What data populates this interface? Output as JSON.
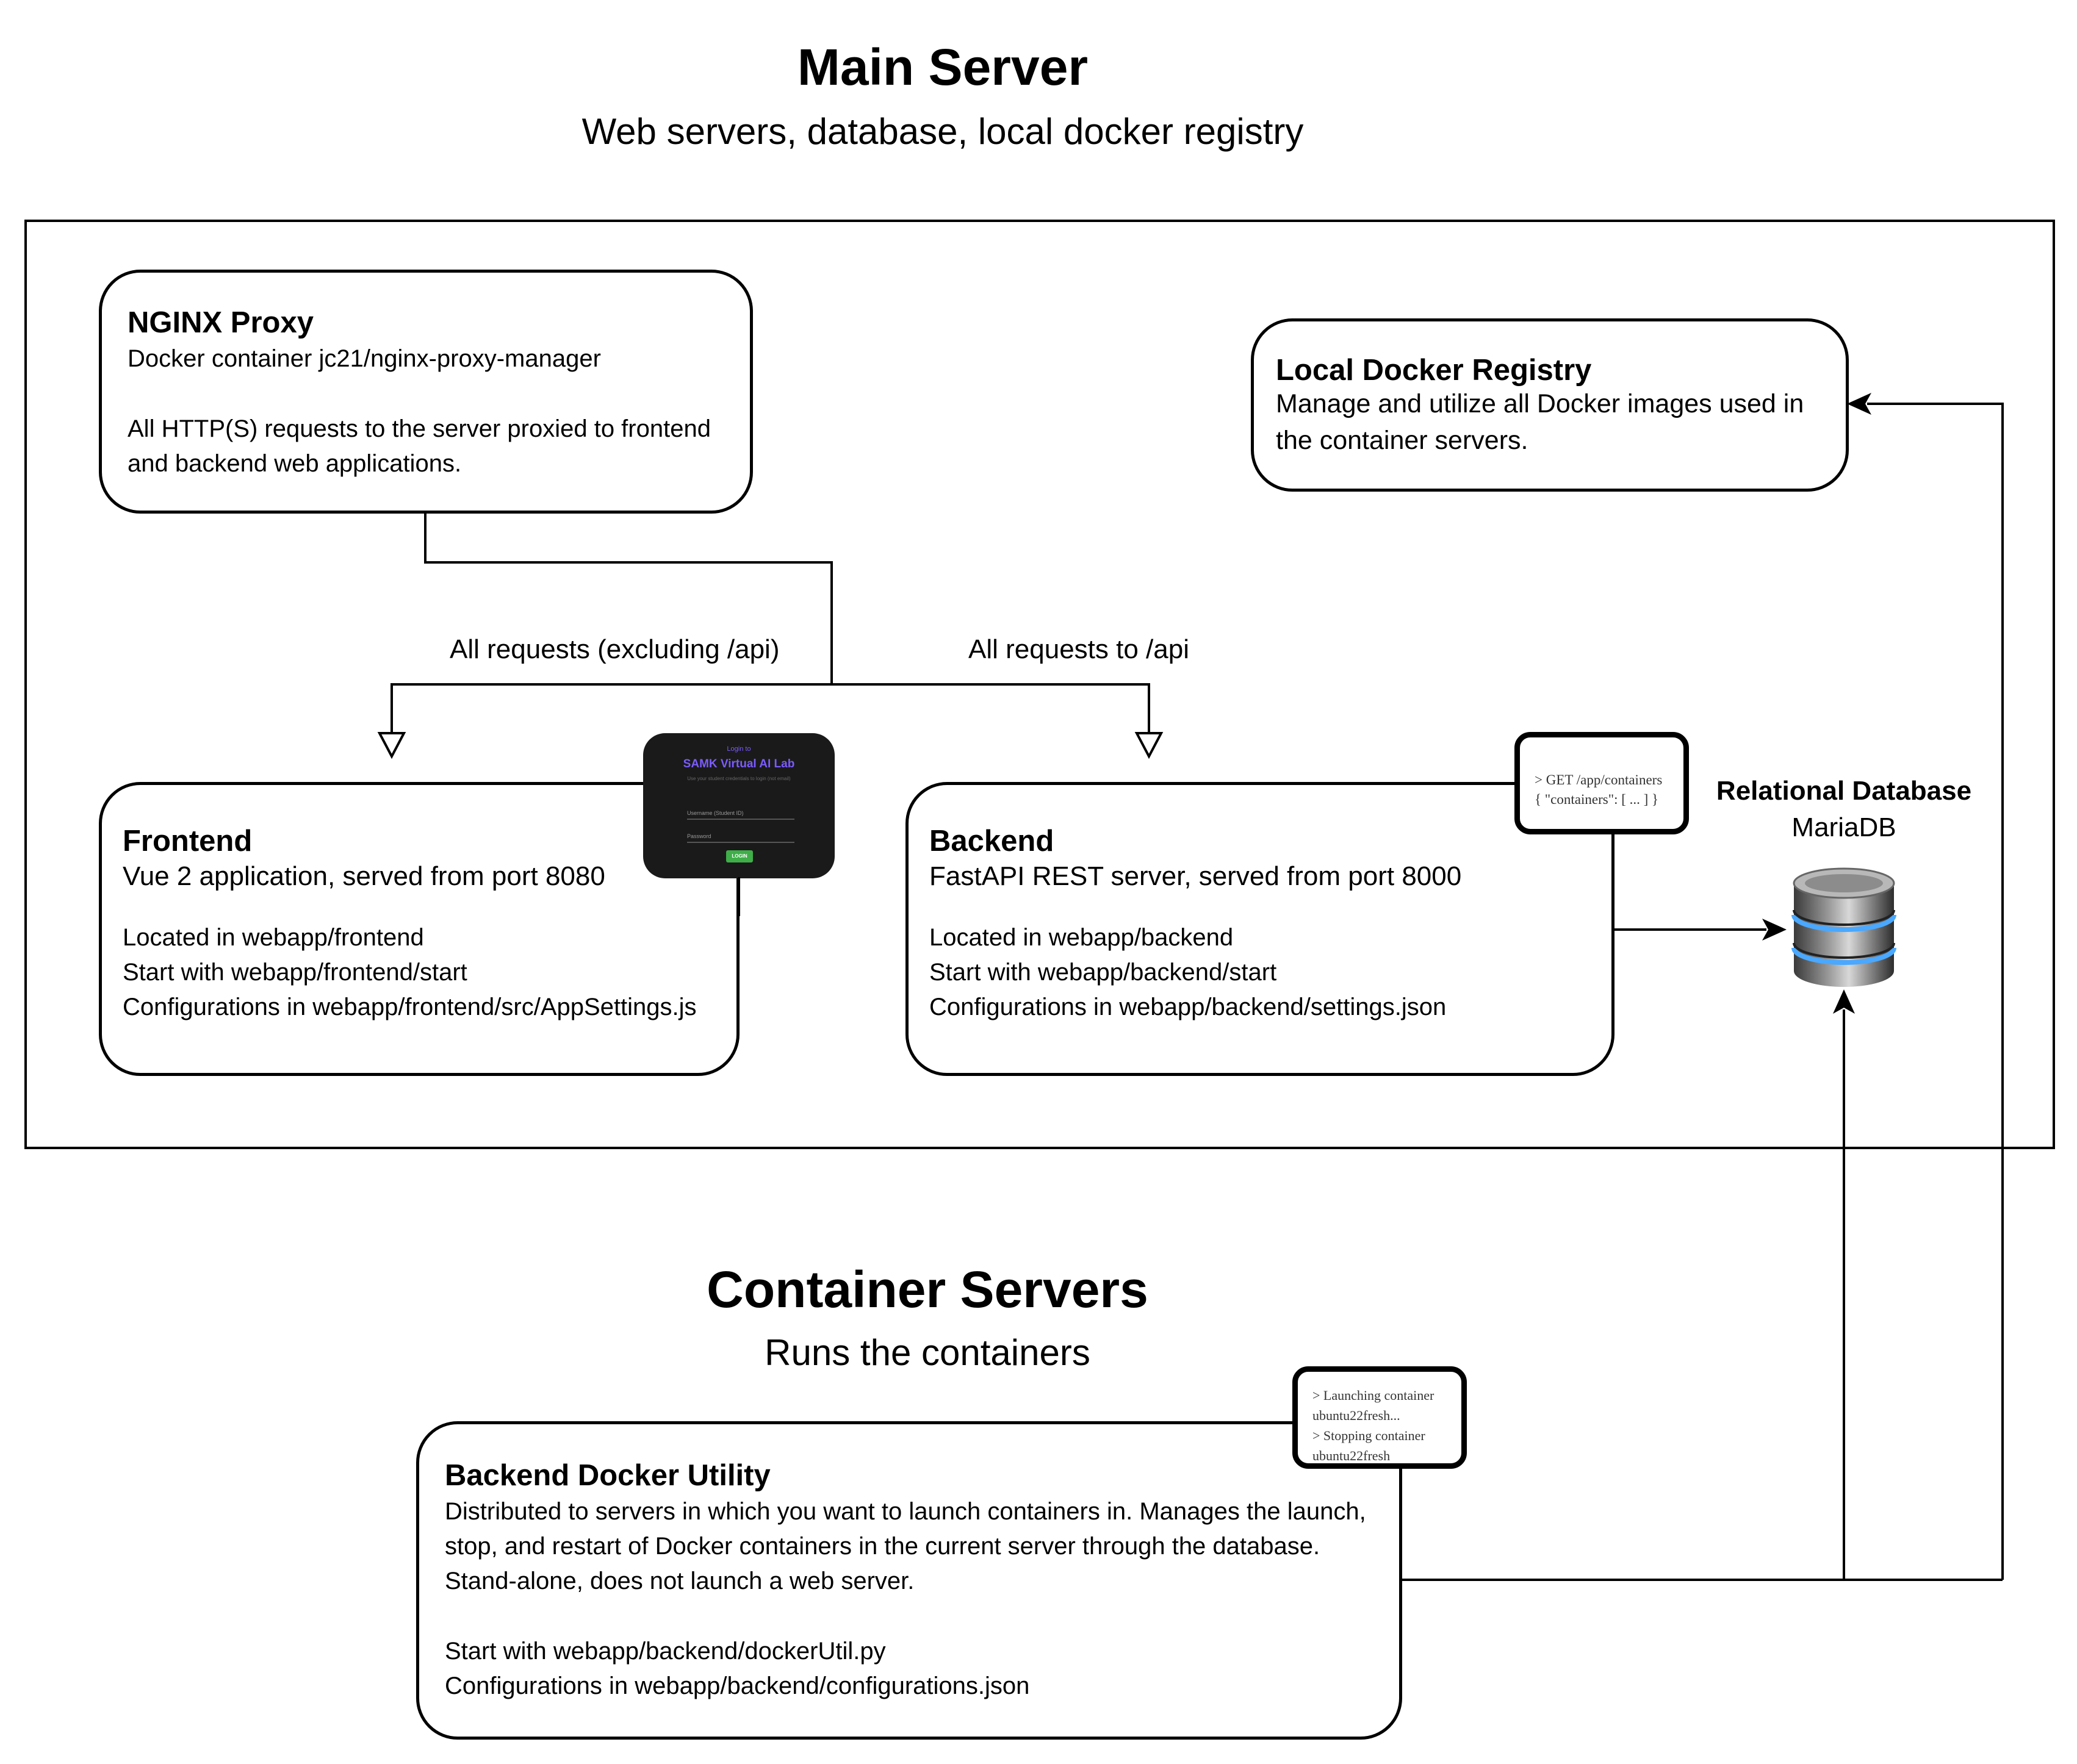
{
  "main_server": {
    "title": "Main Server",
    "subtitle": "Web servers, database, local docker registry"
  },
  "nginx": {
    "title": "NGINX Proxy",
    "line1": "Docker container jc21/nginx-proxy-manager",
    "line2": "All HTTP(S) requests to the server proxied to frontend",
    "line3": "and backend web applications."
  },
  "registry": {
    "title": "Local Docker Registry",
    "line1": "Manage and utilize all Docker images used in",
    "line2": "the container servers."
  },
  "edges": {
    "to_frontend": "All requests (excluding /api)",
    "to_backend": "All requests to /api"
  },
  "frontend": {
    "title": "Frontend",
    "subtitle": "Vue 2 application, served from port 8080",
    "line1": "Located in webapp/frontend",
    "line2": "Start with webapp/frontend/start",
    "line3": "Configurations in webapp/frontend/src/AppSettings.js"
  },
  "login_preview": {
    "heading": "Login to",
    "app_name": "SAMK Virtual AI Lab",
    "hint": "Use your student credentials to login (not email)",
    "username_label": "Username (Student ID)",
    "password_label": "Password",
    "button": "LOGIN"
  },
  "backend": {
    "title": "Backend",
    "subtitle": "FastAPI REST server, served from port 8000",
    "line1": "Located in webapp/backend",
    "line2": "Start with webapp/backend/start",
    "line3": "Configurations in webapp/backend/settings.json"
  },
  "backend_terminal": {
    "line1": "> GET /app/containers",
    "line2": "{ \"containers\": [ ... ] }"
  },
  "database": {
    "title": "Relational Database",
    "subtitle": "MariaDB",
    "icon": "database-icon"
  },
  "container_servers": {
    "title": "Container Servers",
    "subtitle": "Runs the containers"
  },
  "docker_utility": {
    "title": "Backend Docker Utility",
    "line1": "Distributed to servers in which you want to launch containers in. Manages the launch,",
    "line2": "stop, and restart of Docker containers in the current server through the database.",
    "line3": "Stand-alone, does not launch a web server.",
    "line4": "Start with webapp/backend/dockerUtil.py",
    "line5": "Configurations in webapp/backend/configurations.json"
  },
  "utility_terminal": {
    "line1": "> Launching container",
    "line2": "ubuntu22fresh...",
    "line3": "> Stopping container",
    "line4": "ubuntu22fresh"
  },
  "colors": {
    "line": "#000000",
    "login_bg": "#1a1a1a",
    "login_accent": "#7b5cff",
    "login_button": "#3fae49",
    "db_blue": "#4aa8ff"
  }
}
